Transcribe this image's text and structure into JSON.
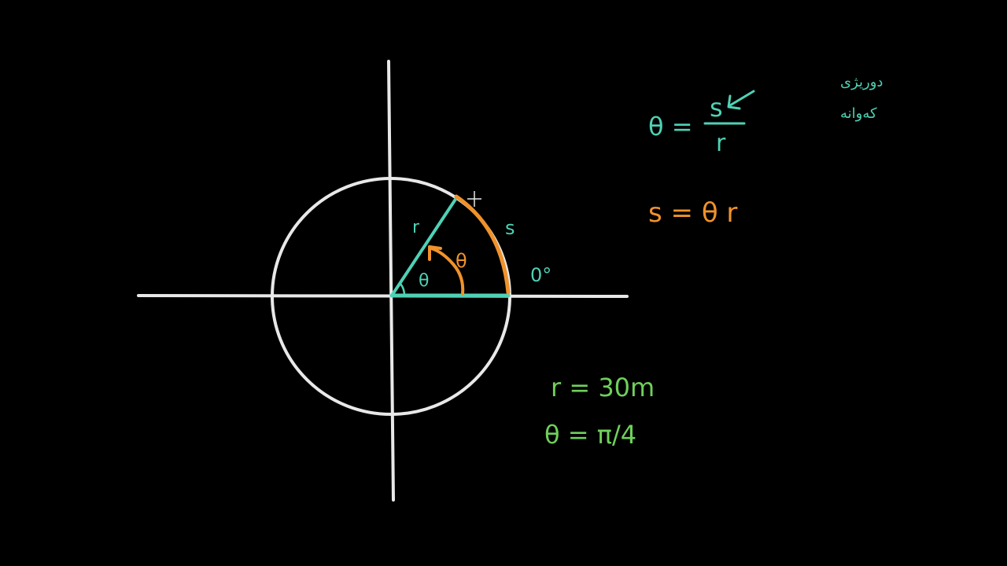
{
  "colors": {
    "background": "#000000",
    "white": "#e8e8e8",
    "teal": "#4fd1b5",
    "orange": "#f0922b",
    "green": "#6fd05a"
  },
  "diagram": {
    "radius_label": "r",
    "theta_near_origin": "θ",
    "theta_arc_label": "θ",
    "arc_label": "s",
    "zero_degree_label": "0°"
  },
  "formulas": {
    "theta_lhs": "θ =",
    "theta_numerator": "s",
    "theta_denominator": "r",
    "note_line_1": "دوریژی",
    "note_line_2": "کەوانە",
    "arc_formula": "s = θ r"
  },
  "given": {
    "radius_value": "r = 30m",
    "theta_value": "θ = π/4"
  }
}
